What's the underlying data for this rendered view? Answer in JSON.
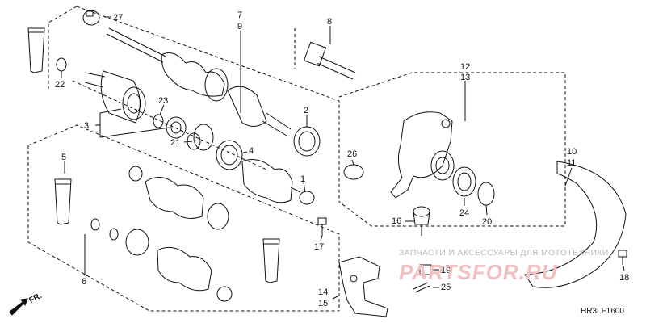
{
  "callouts": [
    "27",
    "7",
    "9",
    "8",
    "22",
    "23",
    "3",
    "21",
    "2",
    "12",
    "13",
    "26",
    "4",
    "5",
    "1",
    "10",
    "11",
    "24",
    "20",
    "16",
    "17",
    "19",
    "25",
    "14",
    "15",
    "6",
    "18"
  ],
  "fr_label": "FR.",
  "diagram_code": "HR3LF1600",
  "watermark_text": "ЗАПЧАСТИ И АКСЕССУАРЫ ДЛЯ МОТОТЕХНИКИ",
  "watermark_brand": "PARTSFOR.RU"
}
